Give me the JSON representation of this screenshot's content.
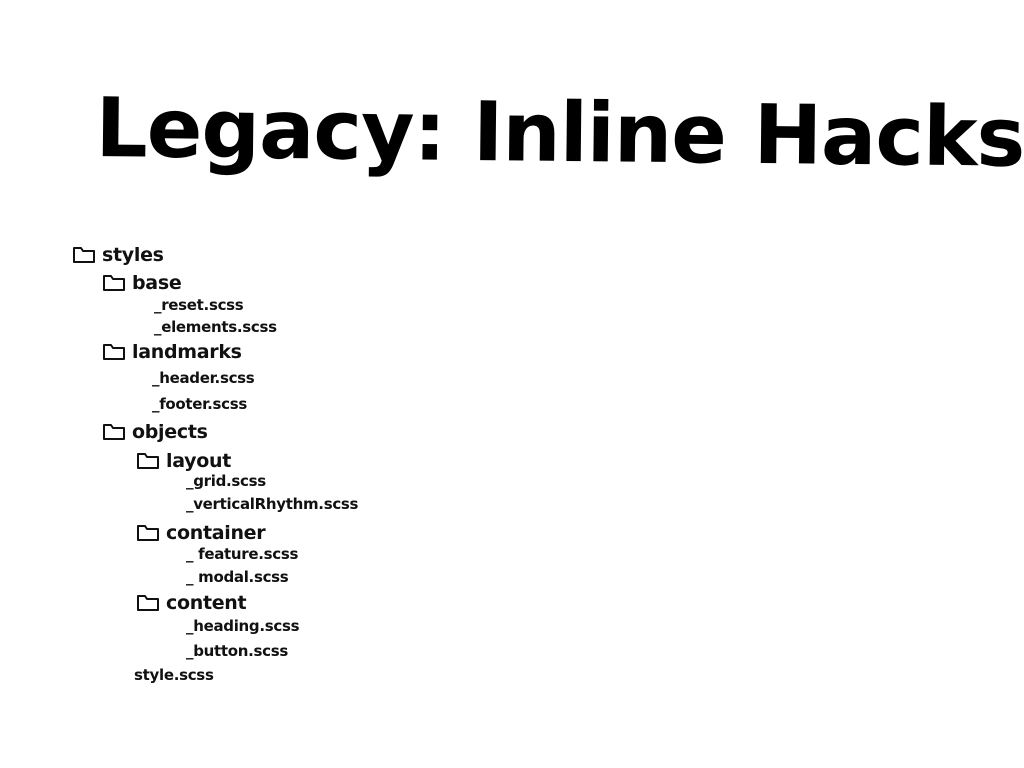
{
  "title": "Legacy: Inline Hacks",
  "icons": {
    "folder": "folder-icon"
  },
  "tree": [
    {
      "label": "styles",
      "type": "folder",
      "depth": 0
    },
    {
      "label": "base",
      "type": "folder",
      "depth": 1
    },
    {
      "label": "_reset.scss",
      "type": "file",
      "depth": 2
    },
    {
      "label": "_elements.scss",
      "type": "file",
      "depth": 2
    },
    {
      "label": "landmarks",
      "type": "folder",
      "depth": 1
    },
    {
      "label": "_header.scss",
      "type": "file",
      "depth": 2
    },
    {
      "label": "_footer.scss",
      "type": "file",
      "depth": 2
    },
    {
      "label": "objects",
      "type": "folder",
      "depth": 1
    },
    {
      "label": "layout",
      "type": "folder",
      "depth": 2
    },
    {
      "label": "_grid.scss",
      "type": "file",
      "depth": 3
    },
    {
      "label": "_verticalRhythm.scss",
      "type": "file",
      "depth": 3
    },
    {
      "label": "container",
      "type": "folder",
      "depth": 2
    },
    {
      "label": "_ feature.scss",
      "type": "file",
      "depth": 3
    },
    {
      "label": "_ modal.scss",
      "type": "file",
      "depth": 3
    },
    {
      "label": "content",
      "type": "folder",
      "depth": 2
    },
    {
      "label": "_heading.scss",
      "type": "file",
      "depth": 3
    },
    {
      "label": "_button.scss",
      "type": "file",
      "depth": 3
    },
    {
      "label": "style.scss",
      "type": "file",
      "depth": 1
    }
  ]
}
